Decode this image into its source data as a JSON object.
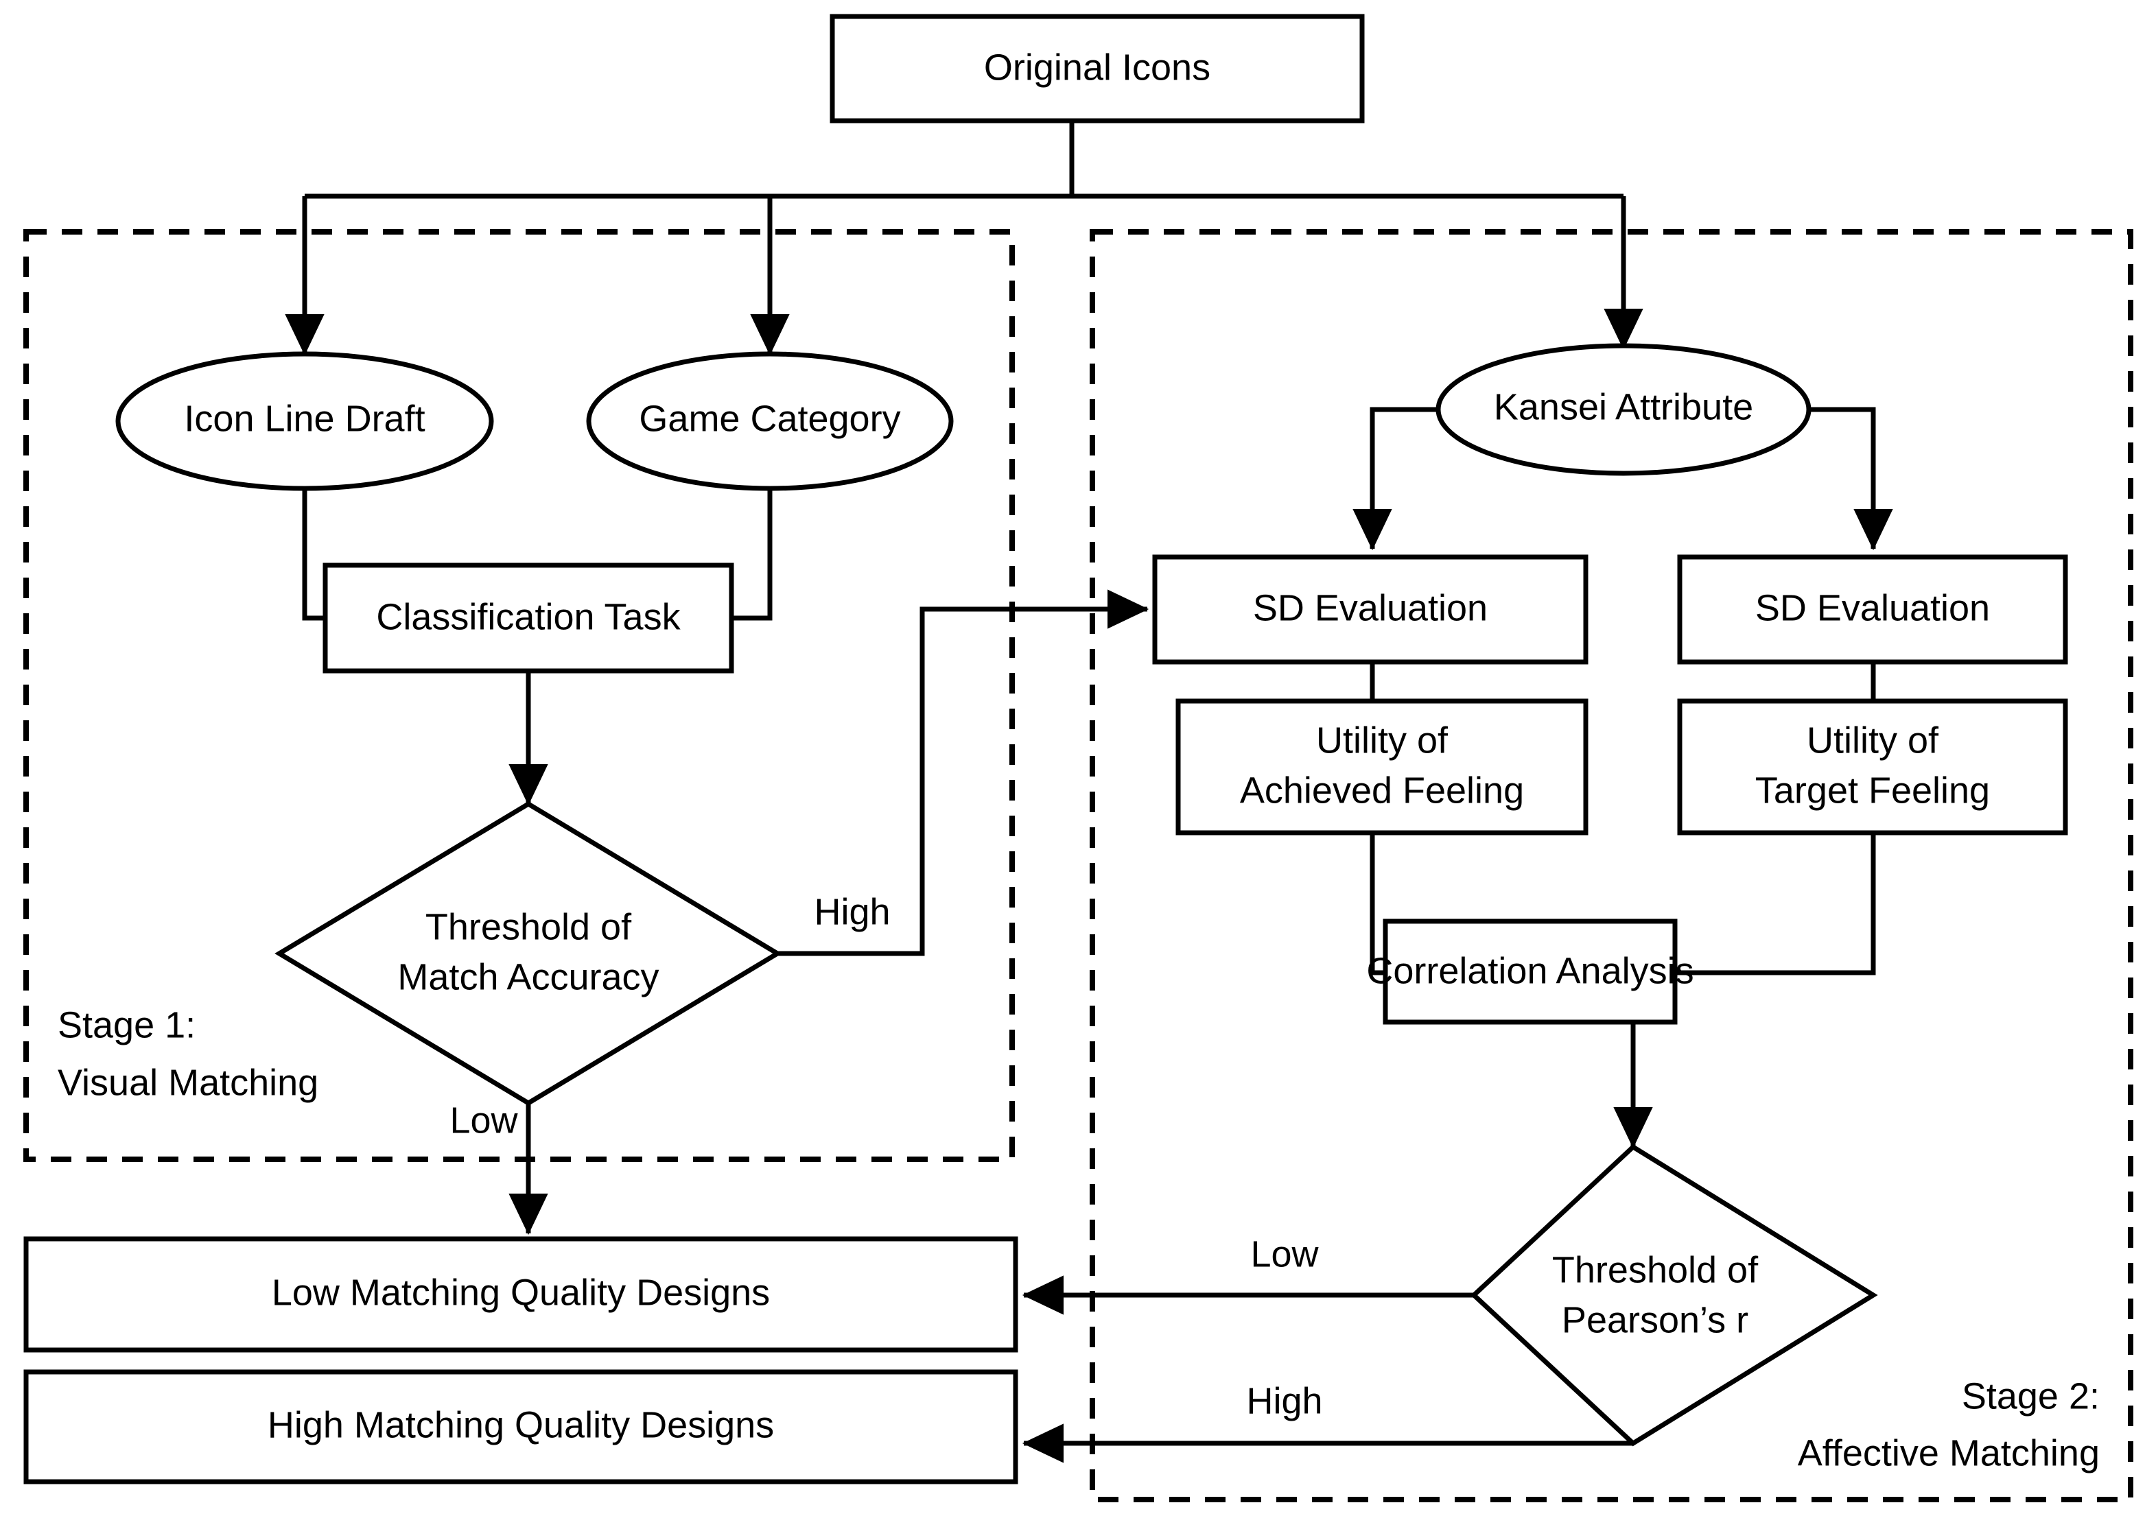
{
  "diagram": {
    "title": "Two-Stage Icon Matching Evaluation Flowchart",
    "colors": {
      "stroke": "#000000",
      "fill": "#ffffff"
    },
    "nodes": {
      "original_icons": "Original Icons",
      "icon_line_draft": "Icon Line Draft",
      "game_category": "Game Category",
      "classification_task": "Classification Task",
      "threshold_match_accuracy_line1": "Threshold of",
      "threshold_match_accuracy_line2": "Match Accuracy",
      "kansei_attribute": "Kansei Attribute",
      "sd_evaluation_left": "SD Evaluation",
      "sd_evaluation_right": "SD Evaluation",
      "utility_achieved_line1": "Utility of",
      "utility_achieved_line2": "Achieved Feeling",
      "utility_target_line1": "Utility of",
      "utility_target_line2": "Target Feeling",
      "correlation_analysis": "Correlation Analysis",
      "threshold_pearson_line1": "Threshold of",
      "threshold_pearson_line2": "Pearson’s r",
      "low_matching_quality": "Low Matching Quality Designs",
      "high_matching_quality": "High Matching Quality Designs"
    },
    "edge_labels": {
      "match_high": "High",
      "match_low": "Low",
      "pearson_low": "Low",
      "pearson_high": "High"
    },
    "stages": {
      "stage1_line1": "Stage 1:",
      "stage1_line2": "Visual Matching",
      "stage2_line1": "Stage 2:",
      "stage2_line2": "Affective Matching"
    }
  }
}
